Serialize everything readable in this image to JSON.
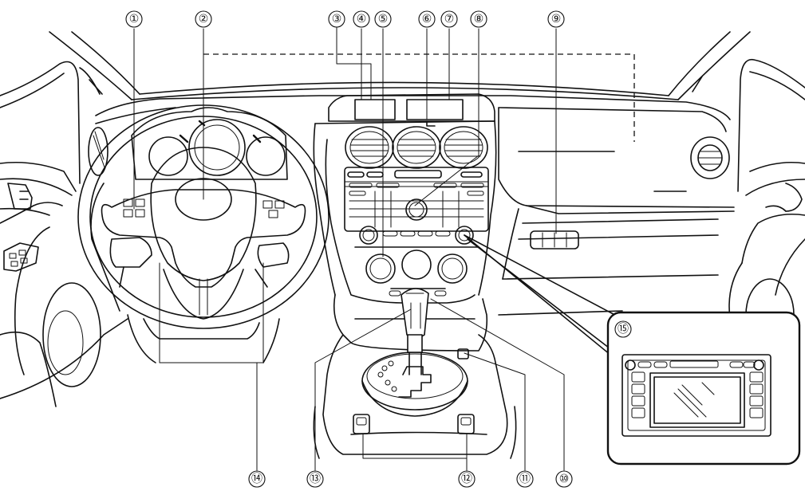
{
  "callouts": [
    {
      "id": "c1",
      "label": "①"
    },
    {
      "id": "c2",
      "label": "②"
    },
    {
      "id": "c3",
      "label": "③"
    },
    {
      "id": "c4",
      "label": "④"
    },
    {
      "id": "c5",
      "label": "⑤"
    },
    {
      "id": "c6",
      "label": "⑥"
    },
    {
      "id": "c7",
      "label": "⑦"
    },
    {
      "id": "c8",
      "label": "⑧"
    },
    {
      "id": "c9",
      "label": "⑨"
    },
    {
      "id": "c10",
      "label": "⑩"
    },
    {
      "id": "c11",
      "label": "⑪"
    },
    {
      "id": "c12",
      "label": "⑫"
    },
    {
      "id": "c13",
      "label": "⑬"
    },
    {
      "id": "c14",
      "label": "⑭"
    },
    {
      "id": "c15",
      "label": "⑮"
    }
  ]
}
